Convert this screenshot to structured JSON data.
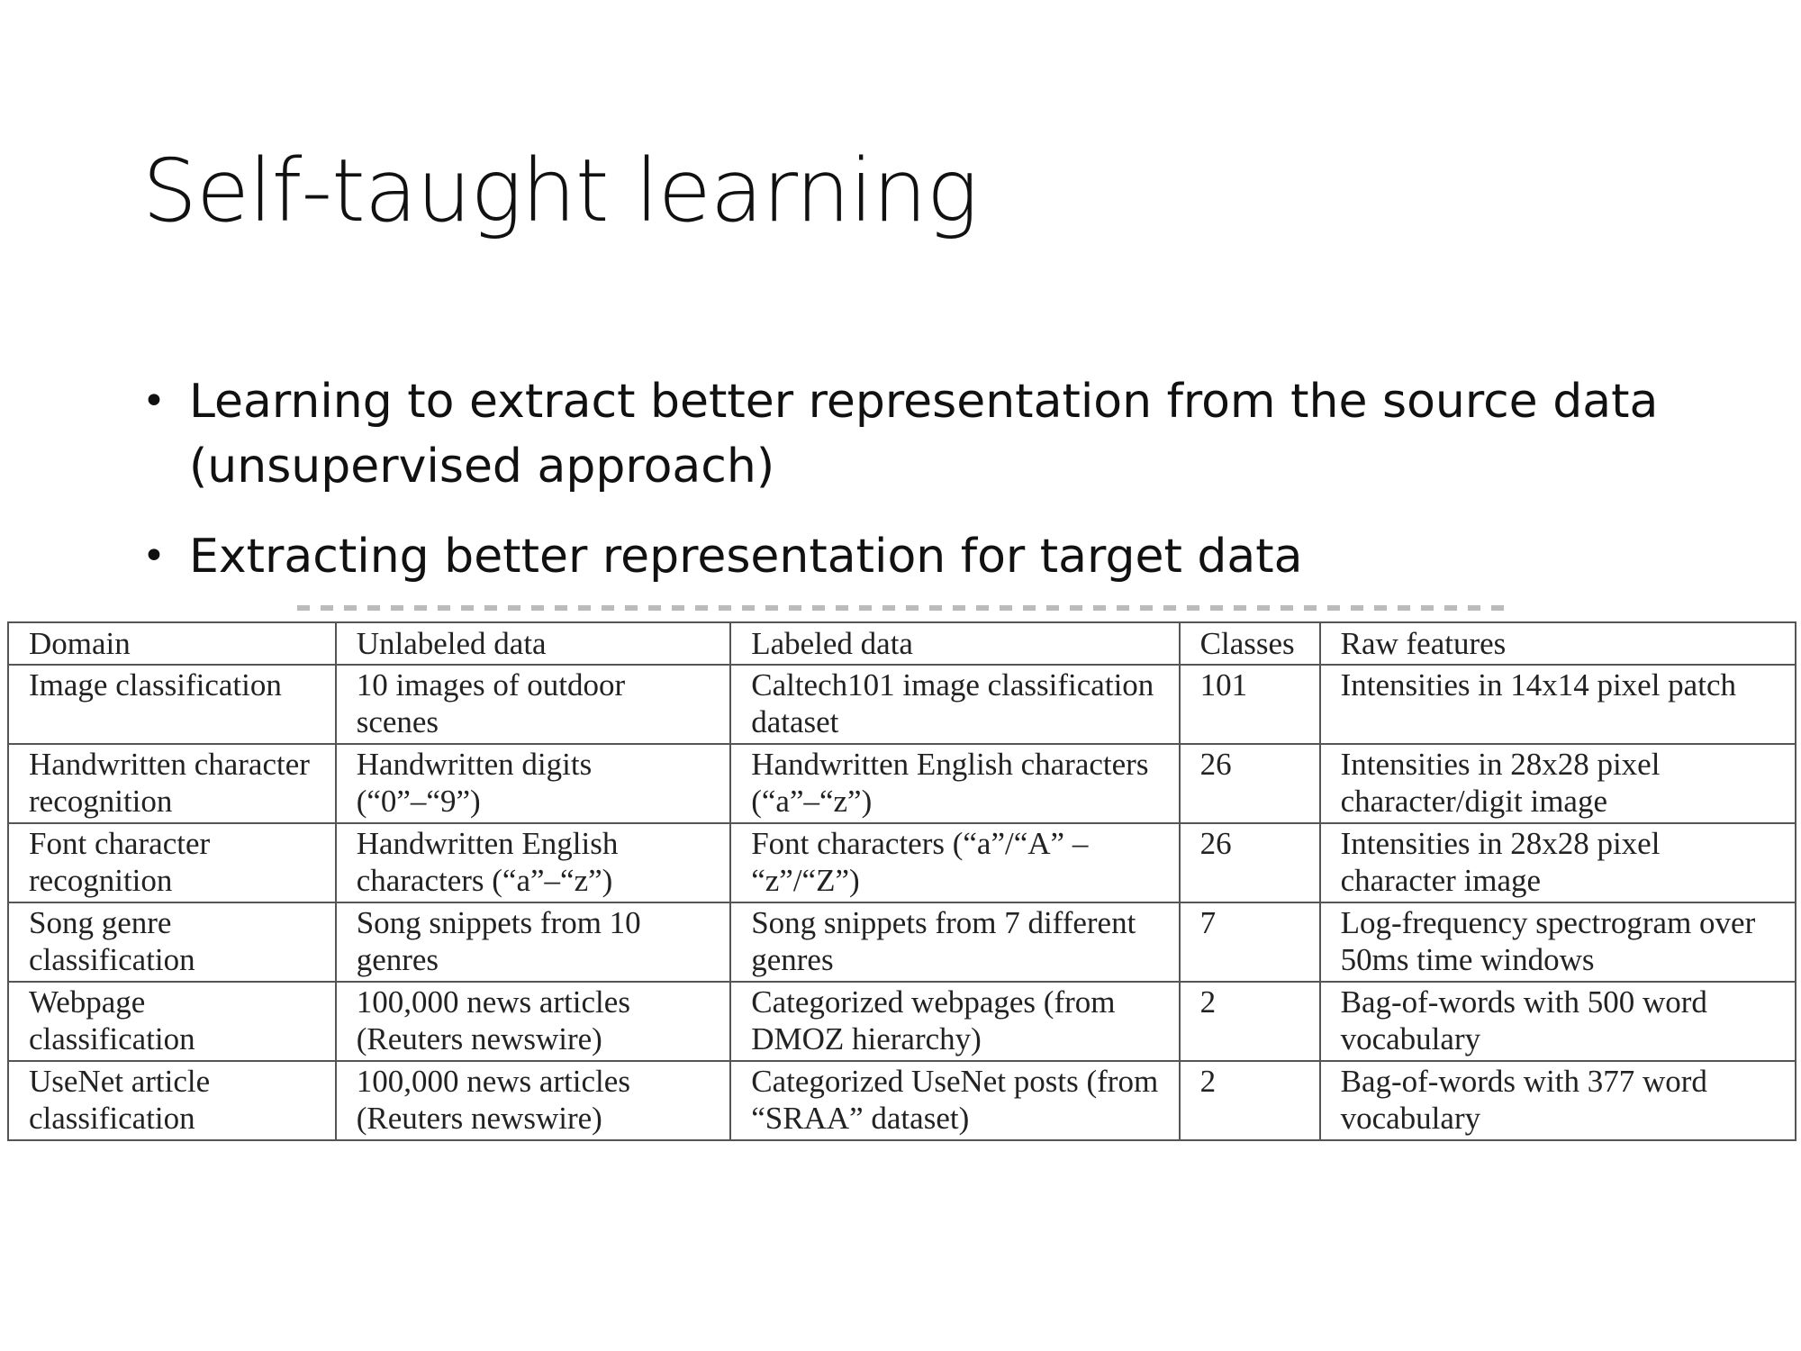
{
  "slide": {
    "title": "Self-taught learning",
    "bullets": [
      "Learning to extract better representation from the source data (unsupervised approach)",
      "Extracting better representation for target data"
    ]
  },
  "table": {
    "headers": [
      "Domain",
      "Unlabeled data",
      "Labeled data",
      "Classes",
      "Raw features"
    ],
    "rows": [
      [
        "Image classification",
        "10 images of outdoor scenes",
        "Caltech101 image classification dataset",
        "101",
        "Intensities in 14x14 pixel patch"
      ],
      [
        "Handwritten character recognition",
        "Handwritten digits (“0”–“9”)",
        "Handwritten English characters (“a”–“z”)",
        "26",
        "Intensities in 28x28 pixel character/digit image"
      ],
      [
        "Font character recognition",
        "Handwritten English characters (“a”–“z”)",
        "Font characters (“a”/“A” – “z”/“Z”)",
        "26",
        "Intensities in 28x28 pixel character image"
      ],
      [
        "Song genre classification",
        "Song snippets from 10 genres",
        "Song snippets from 7 different genres",
        "7",
        "Log-frequency spectrogram over 50ms time windows"
      ],
      [
        "Webpage classification",
        "100,000 news articles (Reuters newswire)",
        "Categorized webpages (from DMOZ hierarchy)",
        "2",
        "Bag-of-words with 500 word vocabulary"
      ],
      [
        "UseNet article classification",
        "100,000 news articles (Reuters newswire)",
        "Categorized UseNet posts (from “SRAA” dataset)",
        "2",
        "Bag-of-words with 377 word vocabulary"
      ]
    ]
  }
}
